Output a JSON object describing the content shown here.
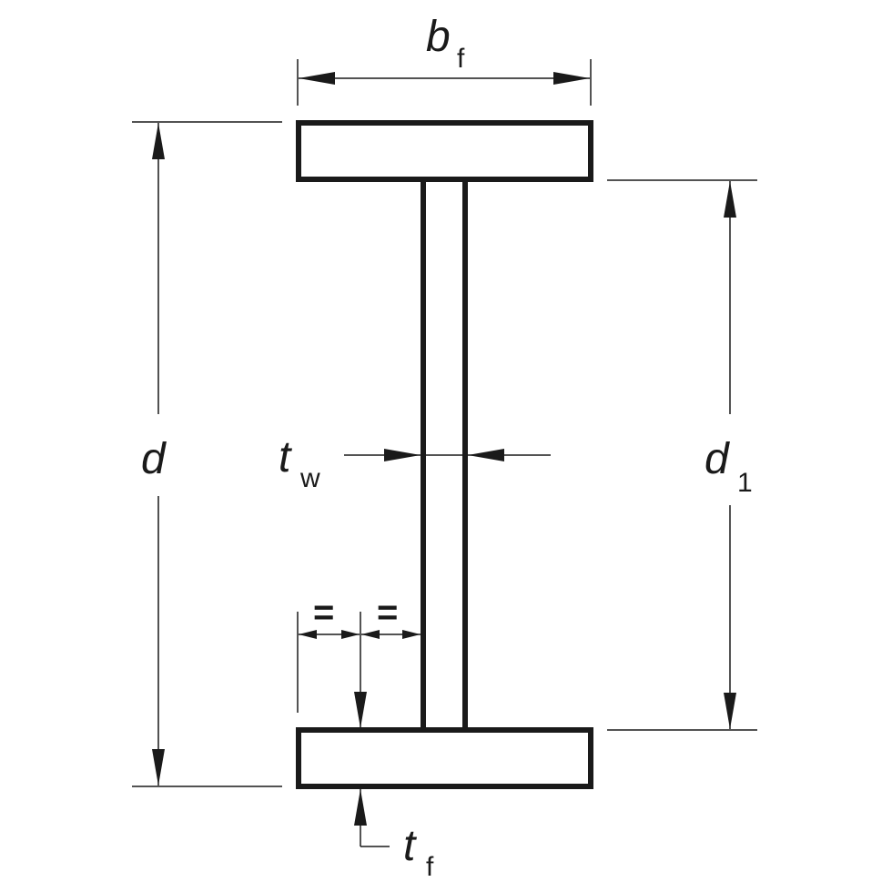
{
  "labels": {
    "flange_width": {
      "main": "b",
      "sub": "f"
    },
    "depth": {
      "main": "d",
      "sub": ""
    },
    "web_depth": {
      "main": "d",
      "sub": "1"
    },
    "web_thickness": {
      "main": "t",
      "sub": "w"
    },
    "flange_thickness": {
      "main": "t",
      "sub": "f"
    },
    "equal_mark_left": "=",
    "equal_mark_right": "="
  },
  "colors": {
    "stroke": "#1a1a1a",
    "background": "#ffffff"
  }
}
